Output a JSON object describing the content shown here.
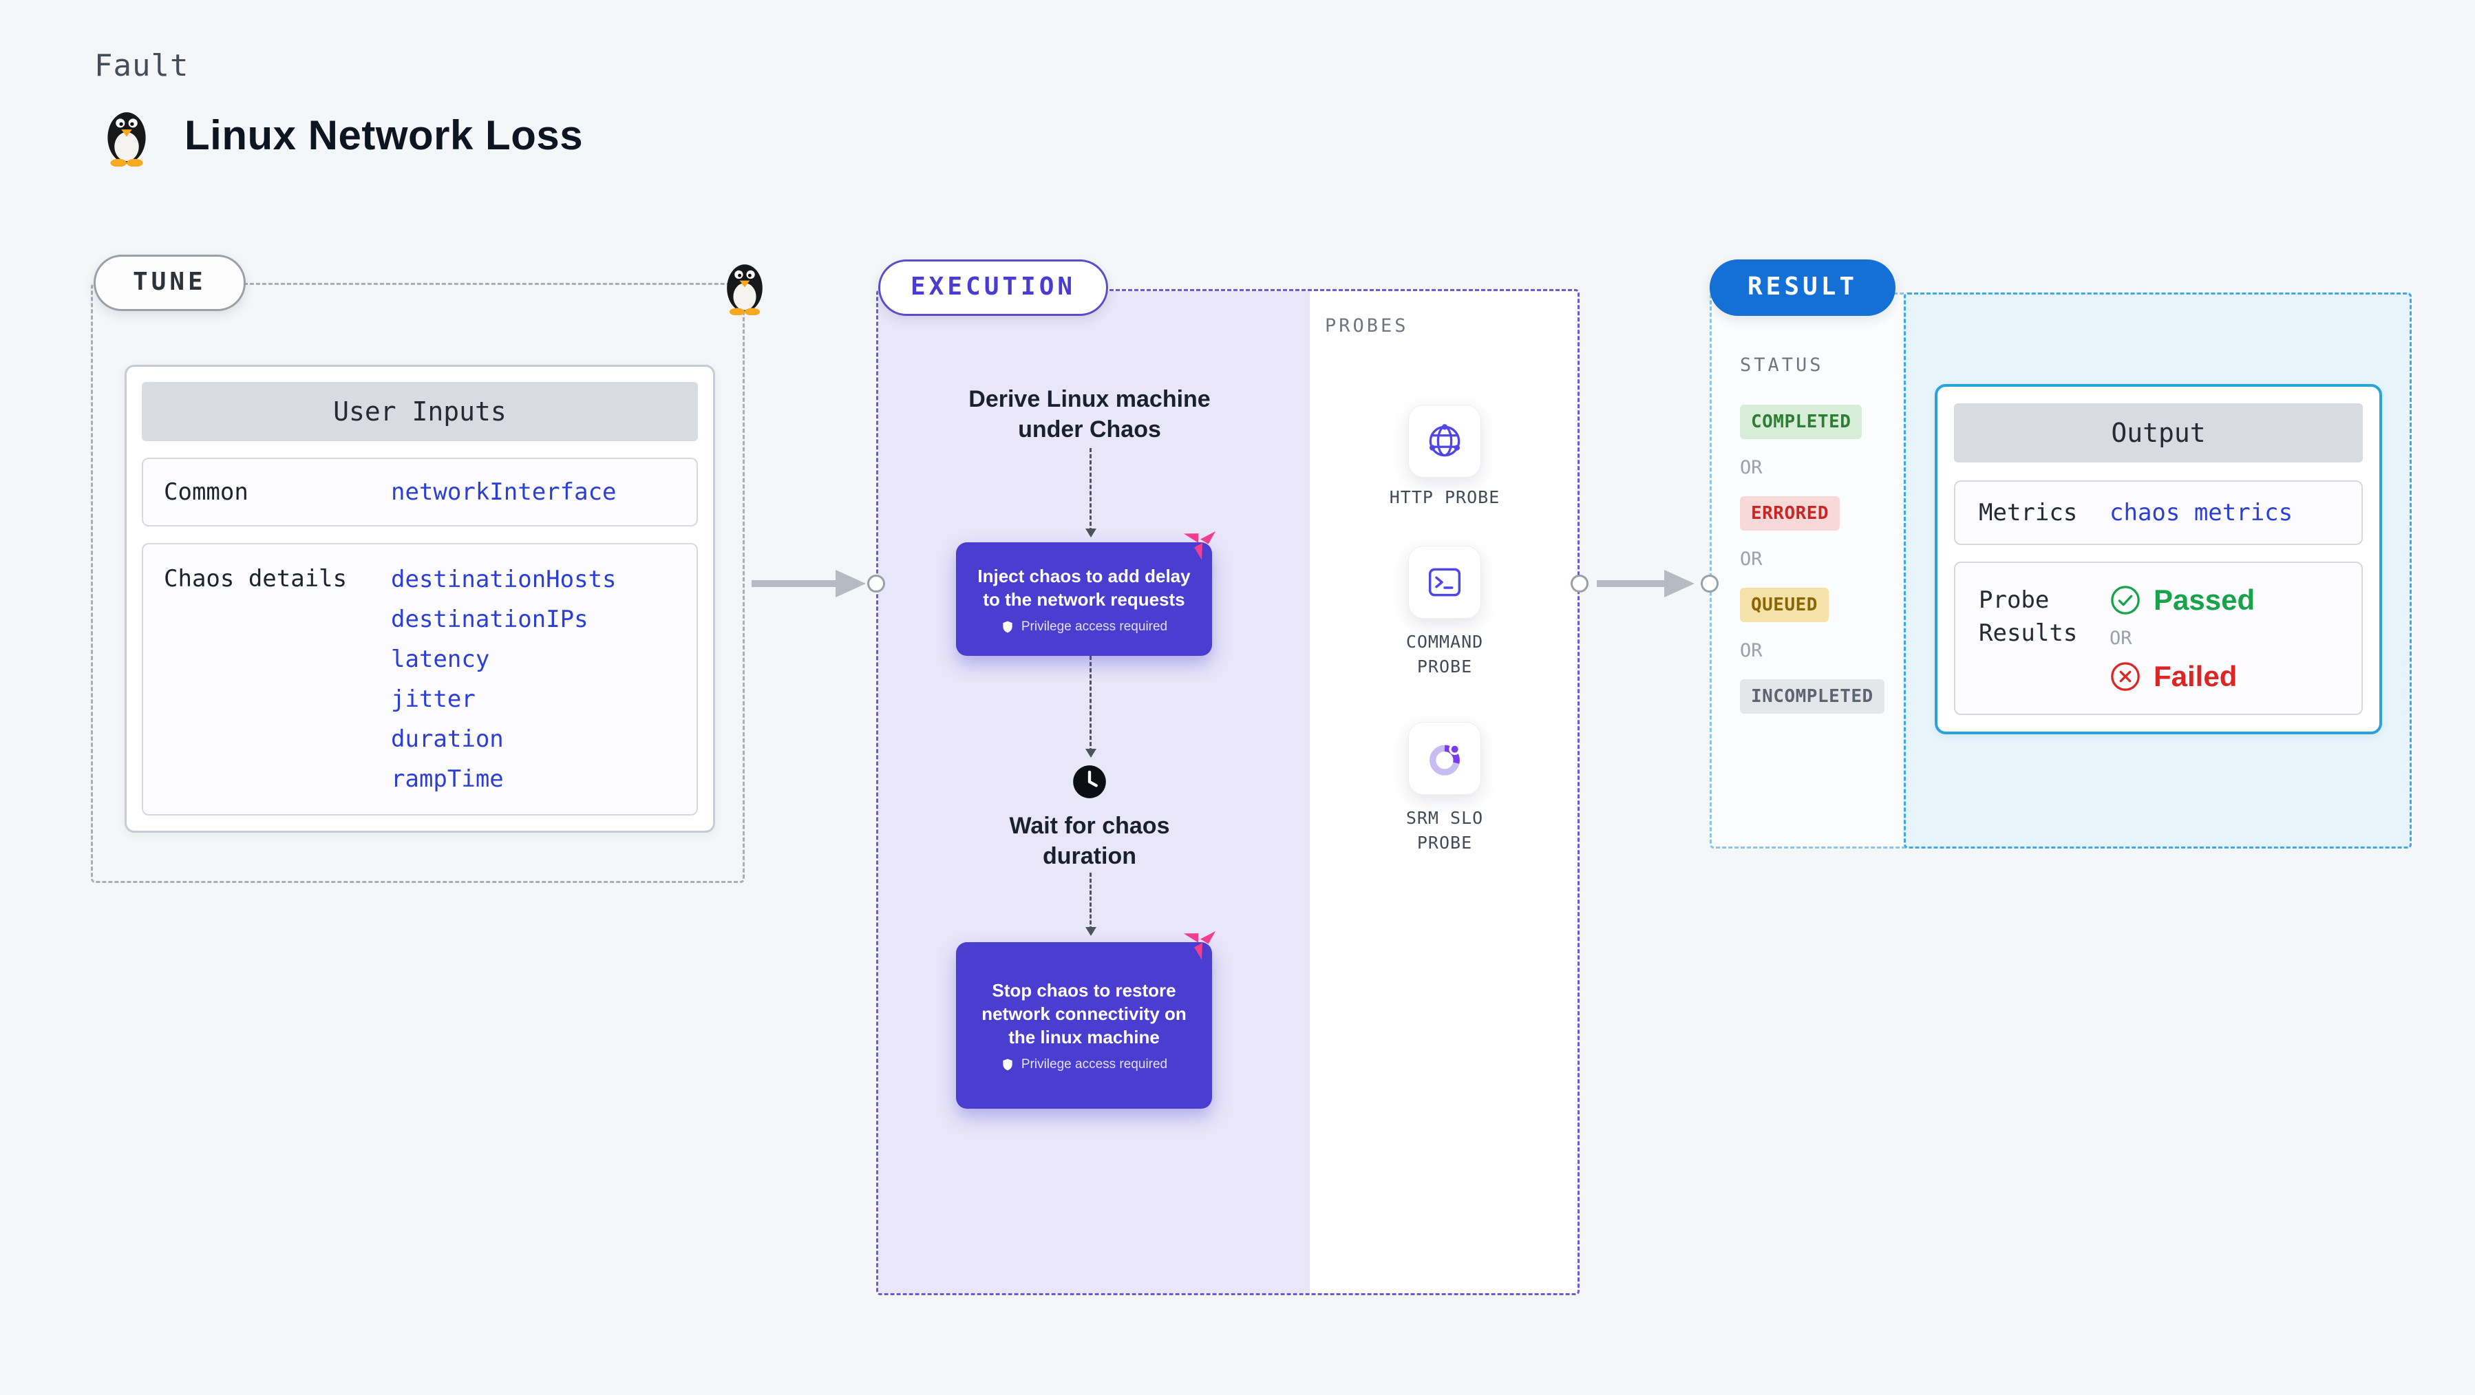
{
  "page": {
    "fault_label": "Fault",
    "title": "Linux Network Loss"
  },
  "tune": {
    "pill": "TUNE",
    "card": {
      "header": "User Inputs",
      "rows": [
        {
          "label": "Common",
          "values": [
            "networkInterface"
          ]
        },
        {
          "label": "Chaos details",
          "values": [
            "destinationHosts",
            "destinationIPs",
            "latency",
            "jitter",
            "duration",
            "rampTime"
          ]
        }
      ]
    }
  },
  "execution": {
    "pill": "EXECUTION",
    "flow": {
      "step1": "Derive Linux machine under Chaos",
      "inject": {
        "text": "Inject chaos to add delay to the network requests",
        "badge": "Privilege access required"
      },
      "wait": "Wait for chaos duration",
      "stop": {
        "text": "Stop chaos to restore network connectivity on the linux machine",
        "badge": "Privilege access required"
      }
    },
    "probes": {
      "heading": "PROBES",
      "items": [
        {
          "label": "HTTP PROBE",
          "icon": "globe-network-icon"
        },
        {
          "label": "COMMAND PROBE",
          "icon": "terminal-icon"
        },
        {
          "label": "SRM SLO PROBE",
          "icon": "slo-donut-icon"
        }
      ]
    }
  },
  "result": {
    "pill": "RESULT",
    "status": {
      "heading": "STATUS",
      "separator": "OR",
      "badges": [
        {
          "label": "COMPLETED",
          "bg": "#D7EDD8",
          "color": "#2E7D32"
        },
        {
          "label": "ERRORED",
          "bg": "#F8D9D9",
          "color": "#C62828"
        },
        {
          "label": "QUEUED",
          "bg": "#F5E2AB",
          "color": "#8A6500"
        },
        {
          "label": "INCOMPLETED",
          "bg": "#E4E6EA",
          "color": "#5D6472"
        }
      ]
    },
    "output": {
      "header": "Output",
      "metrics_label": "Metrics",
      "metrics_value": "chaos metrics",
      "probe_results_label": "Probe Results",
      "passed": "Passed",
      "separator": "OR",
      "failed": "Failed"
    }
  },
  "colors": {
    "accent_purple": "#4A3ED0",
    "execution_border": "#5B4CCC",
    "execution_panel": "#E9E6F9",
    "result_blue": "#1570D6",
    "output_border": "#2AA3DC",
    "code_blue": "#2B3FD6",
    "passed_green": "#16A34A",
    "failed_red": "#DC2626",
    "chaos_pink": "#F23E8E",
    "arrow_gray": "#B6BAC2"
  }
}
